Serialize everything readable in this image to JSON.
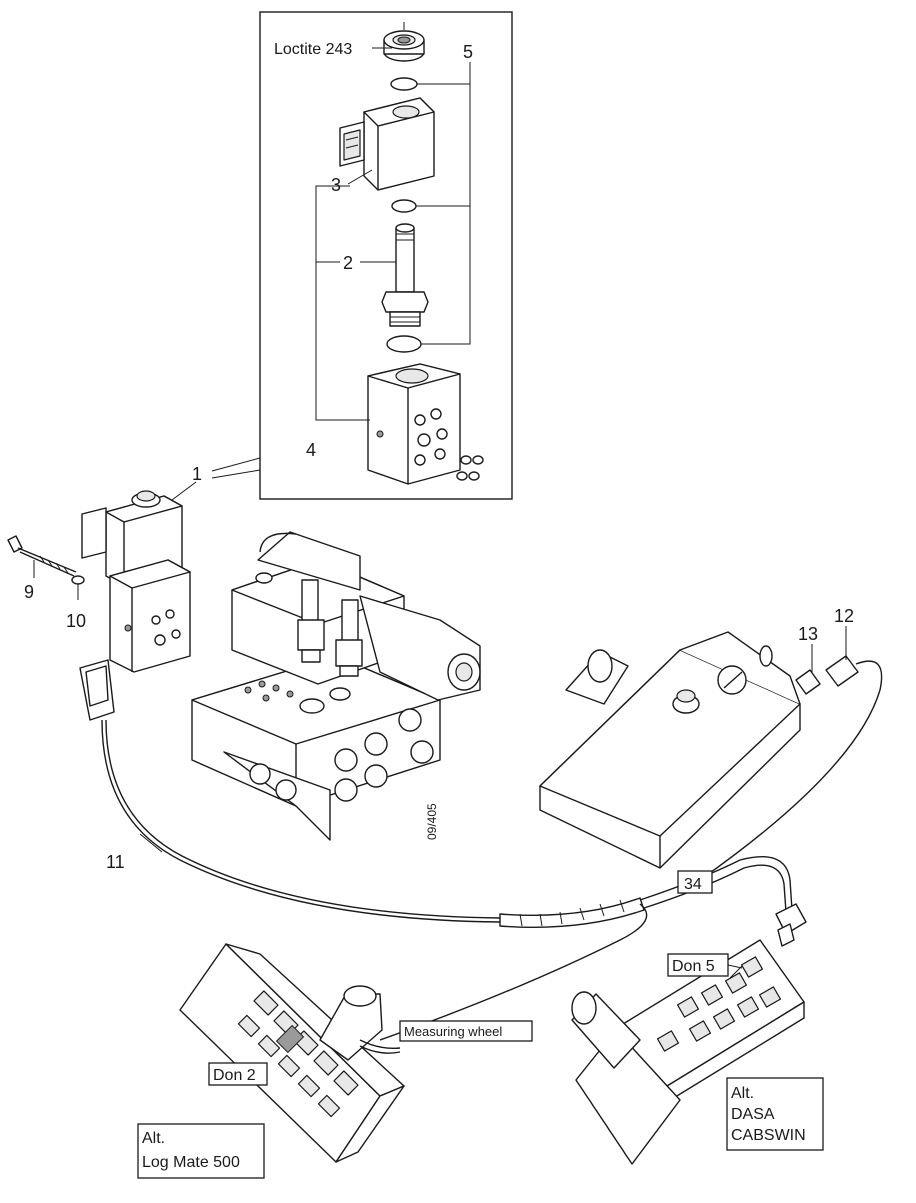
{
  "figure": {
    "inset_labels": {
      "loctite": "Loctite 243",
      "seals_ref": "5",
      "coil_ref": "3",
      "armature_ref": "2",
      "valve_body_ref": "4"
    },
    "main_labels": {
      "solenoid_valve_ref": "1",
      "screw_ref": "9",
      "washer_ref": "10",
      "cable_ref": "11",
      "fitting_13_ref": "13",
      "fitting_12_ref": "12",
      "junction_ref": "34"
    },
    "drawing_number": "09/405",
    "callouts": {
      "measuring_wheel": "Measuring wheel",
      "don5": "Don 5",
      "don2": "Don 2",
      "alt_dasa": [
        "Alt.",
        "DASA",
        "CABSWIN"
      ],
      "alt_logmate": [
        "Alt.",
        "Log Mate 500"
      ]
    }
  }
}
